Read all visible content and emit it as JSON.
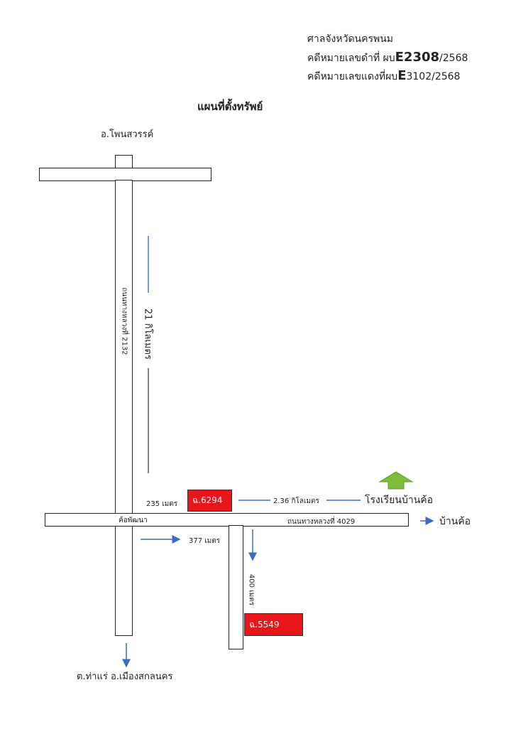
{
  "header": {
    "court": "ศาลจังหวัดนครพนม",
    "black_case_prefix": "คดีหมายเลขดำที่ ผบ",
    "black_case_code": "E2308",
    "black_case_year": "/2568",
    "red_case_prefix": "คดีหมายเลขแดงที่ผบ",
    "red_case_code": "E",
    "red_case_rest": "3102/2568"
  },
  "title": "แผนที่ตั้งทรัพย์",
  "places": {
    "north": "อ.โพนสวรรค์",
    "south": "ต.ท่าแร่ อ.เมืองสกลนคร",
    "east": "บ้านค้อ",
    "school": "โรงเรียนบ้านค้อ",
    "junction": "ค้อพัฒนา"
  },
  "roads": {
    "vertical": "ถนนทางหลวงที่ 2132",
    "horizontal": "ถนนทางหลวงที่ 4029"
  },
  "distances": {
    "north_segment": "21 กิโลเมตร",
    "parcel1_offset": "235 เมตร",
    "to_school": "2.36 กิโลเมตร",
    "to_side_road": "377 เมตร",
    "side_road": "400 เมตร"
  },
  "parcels": {
    "p1": "ฉ.6294",
    "p2": "ฉ.5549"
  },
  "colors": {
    "parcel": "#e8151b",
    "arrow": "#3a6cc4",
    "school_marker": "#7dbd3c"
  }
}
